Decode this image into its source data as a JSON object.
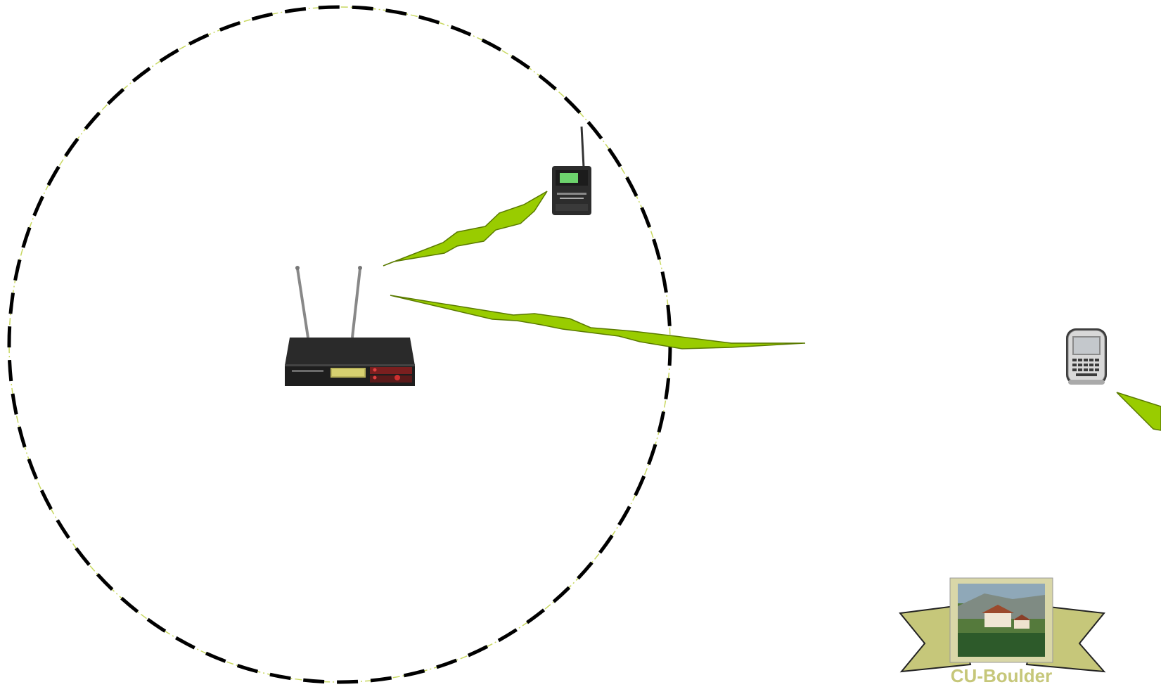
{
  "diagram": {
    "badge": {
      "label": "CU-Boulder"
    },
    "devices": [
      {
        "name": "wireless-receiver",
        "icon": "receiver-icon"
      },
      {
        "name": "bodypack-transmitter",
        "icon": "bodypack-icon"
      },
      {
        "name": "smartphone",
        "icon": "blackberry-phone-icon"
      }
    ],
    "colors": {
      "link": "#99cc00",
      "link_stroke": "#6b8e00",
      "range_dash": "#000000",
      "range_inner": "#c8d860",
      "badge_ribbon": "#c6c77a",
      "badge_text": "#c6c77a"
    }
  }
}
